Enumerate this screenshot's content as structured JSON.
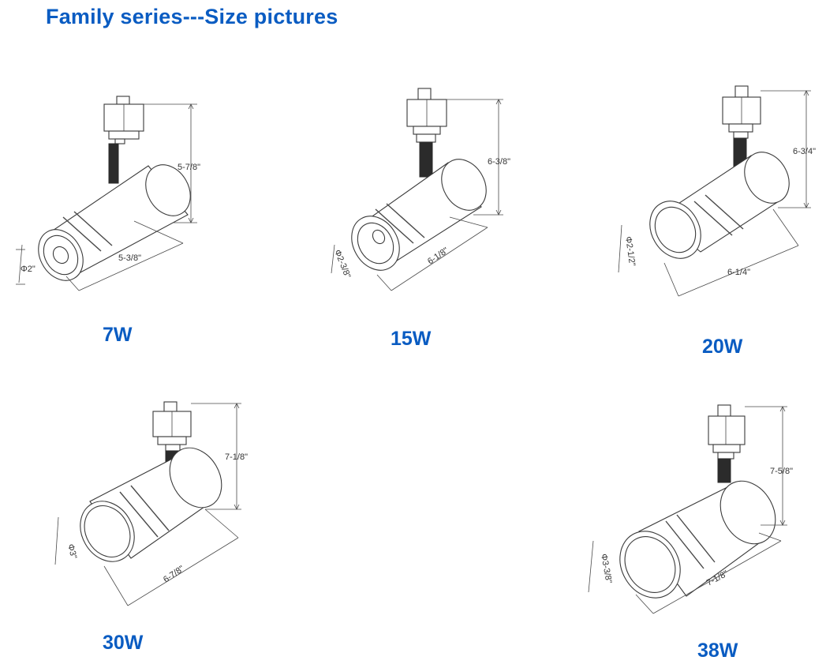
{
  "title": "Family series---Size pictures",
  "models": [
    {
      "watt": "7W",
      "height": "5-7/8\"",
      "length": "5-3/8\"",
      "diameter": "Φ2\""
    },
    {
      "watt": "15W",
      "height": "6-3/8\"",
      "length": "6-1/8\"",
      "diameter": "Φ2-3/8\""
    },
    {
      "watt": "20W",
      "height": "6-3/4\"",
      "length": "6-1/4\"",
      "diameter": "Φ2-1/2\""
    },
    {
      "watt": "30W",
      "height": "7-1/8\"",
      "length": "6-7/8\"",
      "diameter": "Φ3\""
    },
    {
      "watt": "38W",
      "height": "7-5/8\"",
      "length": "7-1/8\"",
      "diameter": "Φ3-3/8\""
    }
  ],
  "colors": {
    "title": "#0a5cc2",
    "line": "#3a3a3a"
  }
}
